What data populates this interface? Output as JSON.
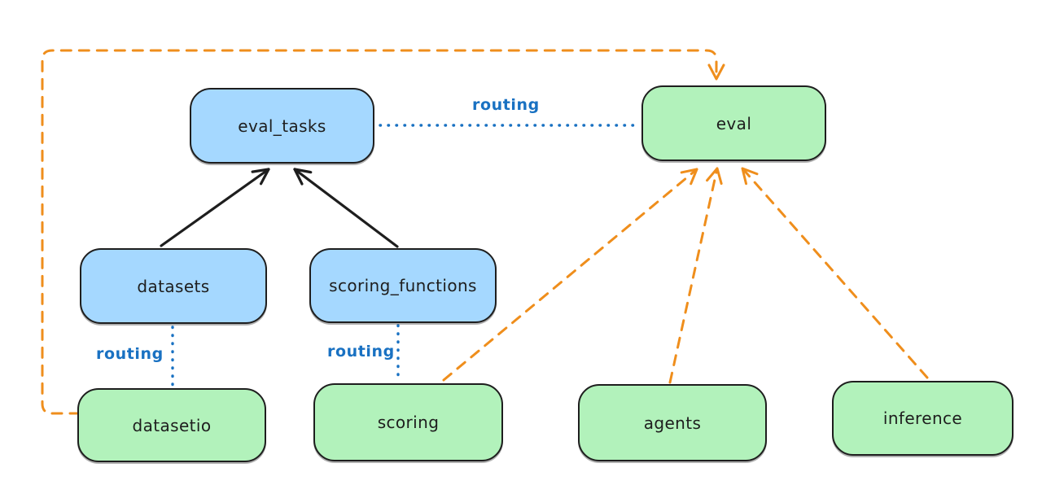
{
  "colors": {
    "canvas-bg": "#ffffff",
    "api-fill": "#a5d8ff",
    "provider-fill": "#b2f2bb",
    "node-border": "#1e1e1e",
    "node-text": "#1e1e1e",
    "routing-blue": "#1971c2",
    "dependency-orange": "#ef8e1c",
    "arrow-black": "#1e1e1e"
  },
  "nodes": {
    "eval_tasks": {
      "label": "eval_tasks",
      "kind": "api"
    },
    "datasets": {
      "label": "datasets",
      "kind": "api"
    },
    "scoring_functions": {
      "label": "scoring_functions",
      "kind": "api"
    },
    "eval": {
      "label": "eval",
      "kind": "provider"
    },
    "datasetio": {
      "label": "datasetio",
      "kind": "provider"
    },
    "scoring": {
      "label": "scoring",
      "kind": "provider"
    },
    "agents": {
      "label": "agents",
      "kind": "provider"
    },
    "inference": {
      "label": "inference",
      "kind": "provider"
    }
  },
  "edges": {
    "datasets_to_eval_tasks": {
      "from": "datasets",
      "to": "eval_tasks",
      "style": "solid-black-arrow",
      "label": ""
    },
    "scoring_functions_to_eval_tasks": {
      "from": "scoring_functions",
      "to": "eval_tasks",
      "style": "solid-black-arrow",
      "label": ""
    },
    "eval_tasks_to_eval": {
      "from": "eval_tasks",
      "to": "eval",
      "style": "blue-dotted",
      "label": "routing"
    },
    "datasets_to_datasetio": {
      "from": "datasets",
      "to": "datasetio",
      "style": "blue-dotted",
      "label": "routing"
    },
    "scoring_functions_to_scoring": {
      "from": "scoring_functions",
      "to": "scoring",
      "style": "blue-dotted",
      "label": "routing"
    },
    "datasetio_to_eval": {
      "from": "datasetio",
      "to": "eval",
      "style": "orange-dashed-arrow",
      "label": ""
    },
    "scoring_to_eval": {
      "from": "scoring",
      "to": "eval",
      "style": "orange-dashed-arrow",
      "label": ""
    },
    "agents_to_eval": {
      "from": "agents",
      "to": "eval",
      "style": "orange-dashed-arrow",
      "label": ""
    },
    "inference_to_eval": {
      "from": "inference",
      "to": "eval",
      "style": "orange-dashed-arrow",
      "label": ""
    }
  }
}
